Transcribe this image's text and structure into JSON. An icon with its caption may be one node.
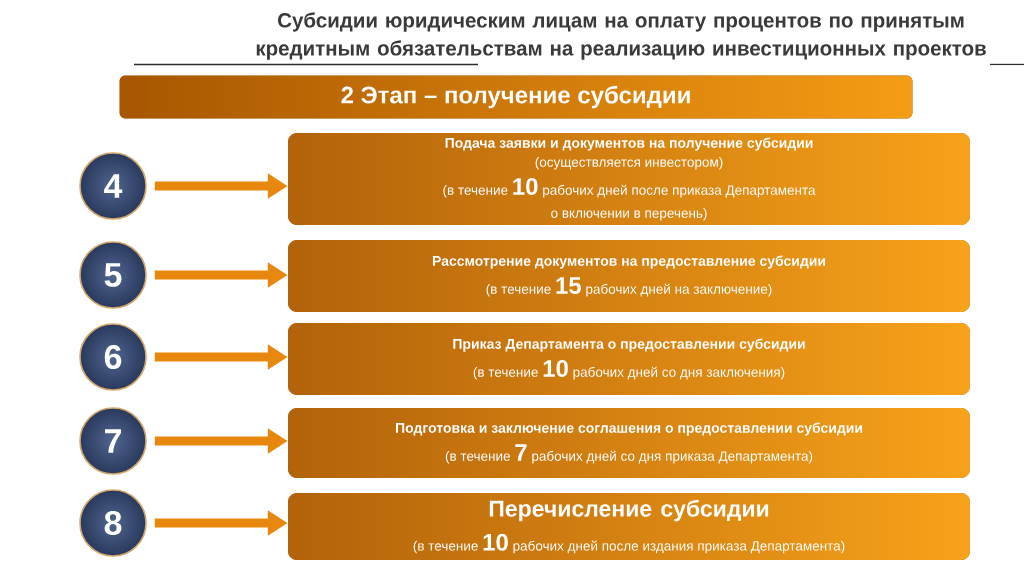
{
  "diagram": {
    "title": "Субсидии юридическим лицам на оплату процентов по принятым кредитным обязательствам на реализацию инвестиционных проектов",
    "nodes": [
      {
        "text": [
          "2 Этап – получение субсидии"
        ]
      },
      {
        "text": [
          "4"
        ]
      },
      {
        "text": [
          "Подача заявки и документов на получение субсидии",
          "(осуществляется инвестором)",
          "(в течение **10** рабочих дней после приказа Департамента о включении в перечень)"
        ]
      },
      {
        "text": [
          "5"
        ]
      },
      {
        "text": [
          "Рассмотрение документов на предоставление субсидии",
          "(в течение **15** рабочих дней на заключение)"
        ]
      },
      {
        "text": [
          "6"
        ]
      },
      {
        "text": [
          "Приказ Департамента о предоставлении субсидии",
          "(в течение **10** рабочих дней со дня заключения)"
        ]
      },
      {
        "text": [
          "7"
        ]
      },
      {
        "text": [
          "Подготовка и заключение соглашения о предоставлении субсидии",
          "(в течение **7** рабочих дней со дня приказа Департамента)"
        ]
      },
      {
        "text": [
          "8"
        ]
      },
      {
        "text": [
          "Перечисление субсидии",
          "(в течение **10** рабочих дней после издания приказа Департамента)"
        ]
      }
    ],
    "edges": [
      {
        "from": 1,
        "to": 2,
        "arrow": "to"
      },
      {
        "from": 3,
        "to": 4,
        "arrow": "to"
      },
      {
        "from": 5,
        "to": 6,
        "arrow": "to"
      },
      {
        "from": 7,
        "to": 8,
        "arrow": "to"
      },
      {
        "from": 9,
        "to": 10,
        "arrow": "to"
      }
    ]
  }
}
